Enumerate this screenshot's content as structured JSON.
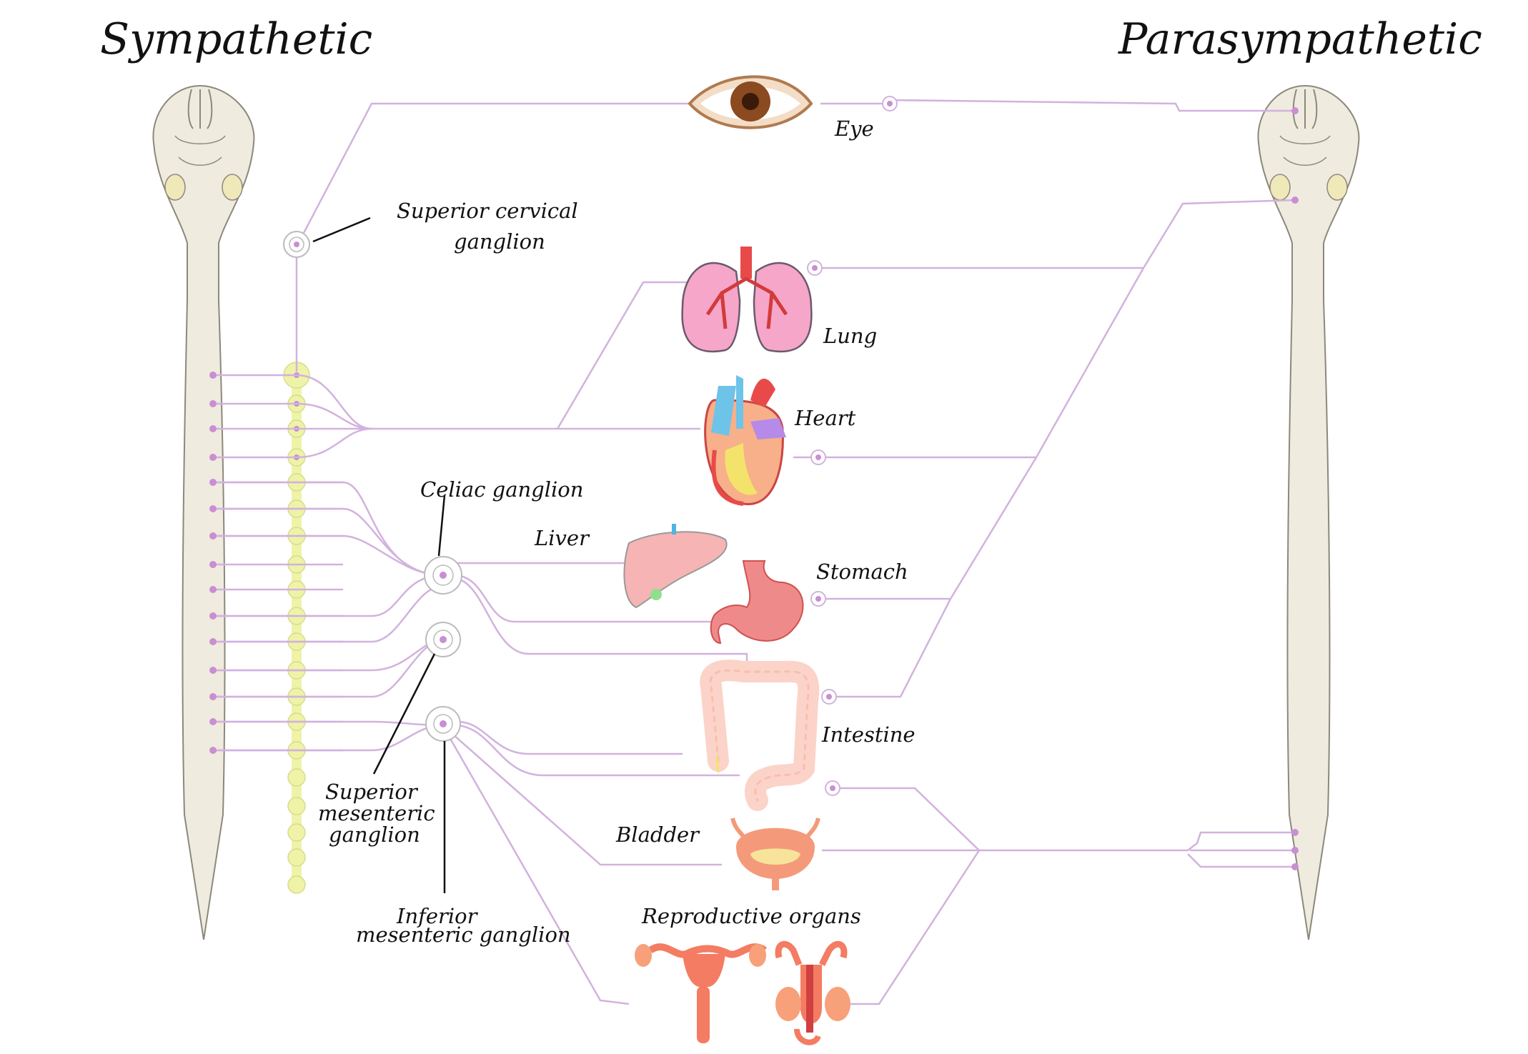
{
  "titles": {
    "left": "Sympathetic",
    "right": "Parasympathetic"
  },
  "ganglia": {
    "superior_cervical": [
      "Superior cervical",
      "ganglion"
    ],
    "celiac": "Celiac ganglion",
    "superior_mesenteric": [
      "Superior",
      "mesenteric",
      "ganglion"
    ],
    "inferior_mesenteric": [
      "Inferior",
      "mesenteric ganglion"
    ]
  },
  "organs": {
    "eye": "Eye",
    "lung": "Lung",
    "heart": "Heart",
    "liver": "Liver",
    "stomach": "Stomach",
    "intestine": "Intestine",
    "bladder": "Bladder",
    "reproductive": "Reproductive organs"
  },
  "colors": {
    "nerve": "#d2b2de",
    "nerve_dot": "#c88fd3",
    "spine": "#f0ebdf",
    "chain": "#eef3a8",
    "organ_pink": "#f5a6c9",
    "organ_red": "#e8524a"
  }
}
